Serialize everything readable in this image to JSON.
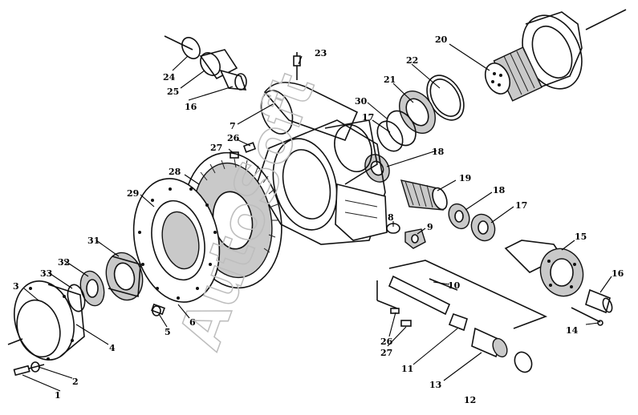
{
  "watermark": "AutoSoft",
  "callouts": [
    "1",
    "2",
    "3",
    "4",
    "5",
    "6",
    "7",
    "8",
    "9",
    "10",
    "11",
    "12",
    "13",
    "14",
    "15",
    "16",
    "16",
    "17",
    "17",
    "18",
    "18",
    "19",
    "20",
    "21",
    "22",
    "23",
    "24",
    "25",
    "26",
    "26",
    "27",
    "27",
    "28",
    "29",
    "30",
    "31",
    "32",
    "33"
  ]
}
